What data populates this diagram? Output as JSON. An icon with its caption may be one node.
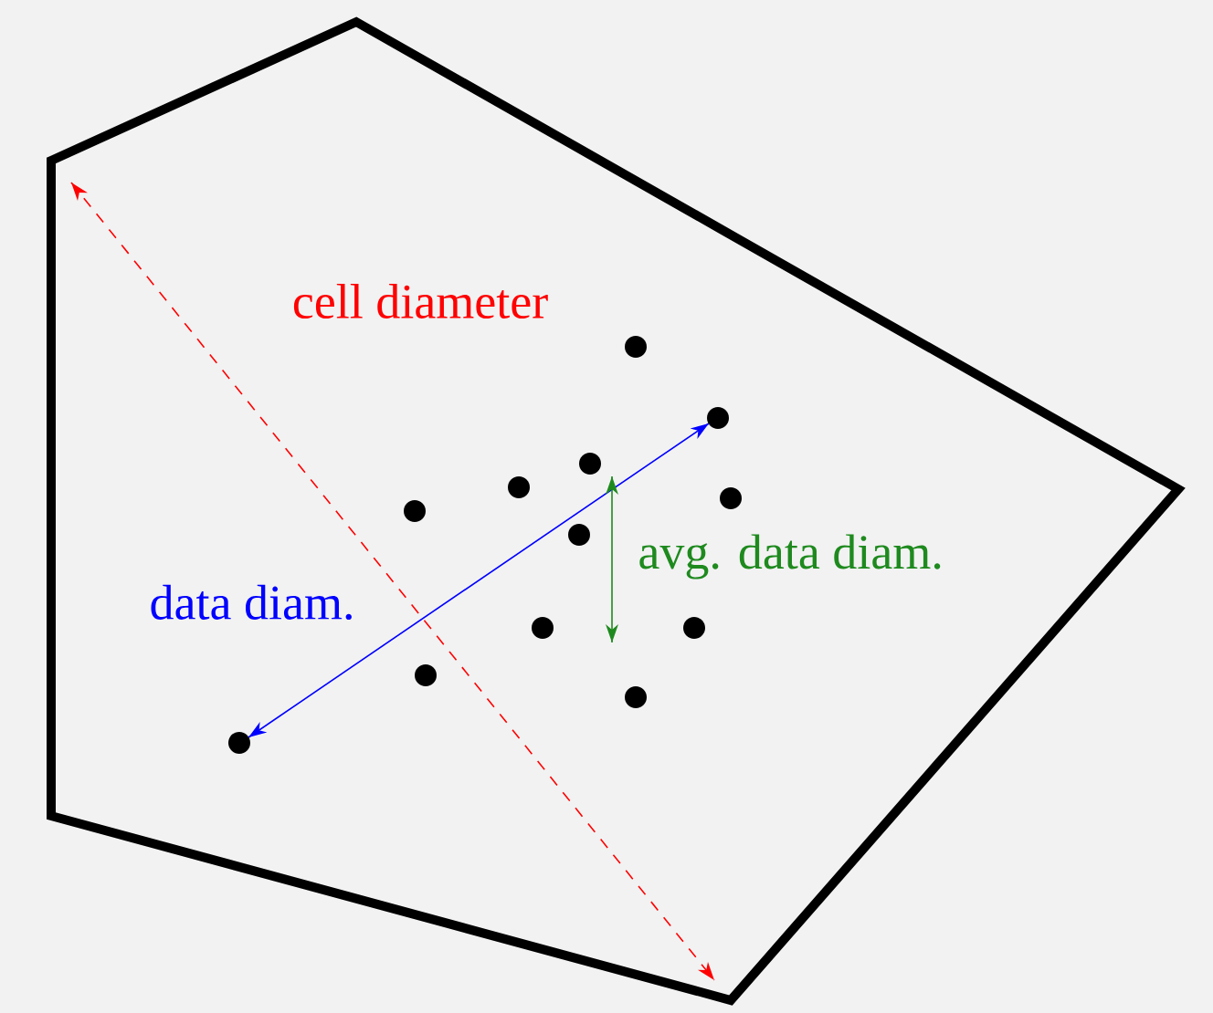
{
  "diagram": {
    "labels": [
      "cell diameter",
      "data diam.",
      "avg. data diam."
    ]
  }
}
